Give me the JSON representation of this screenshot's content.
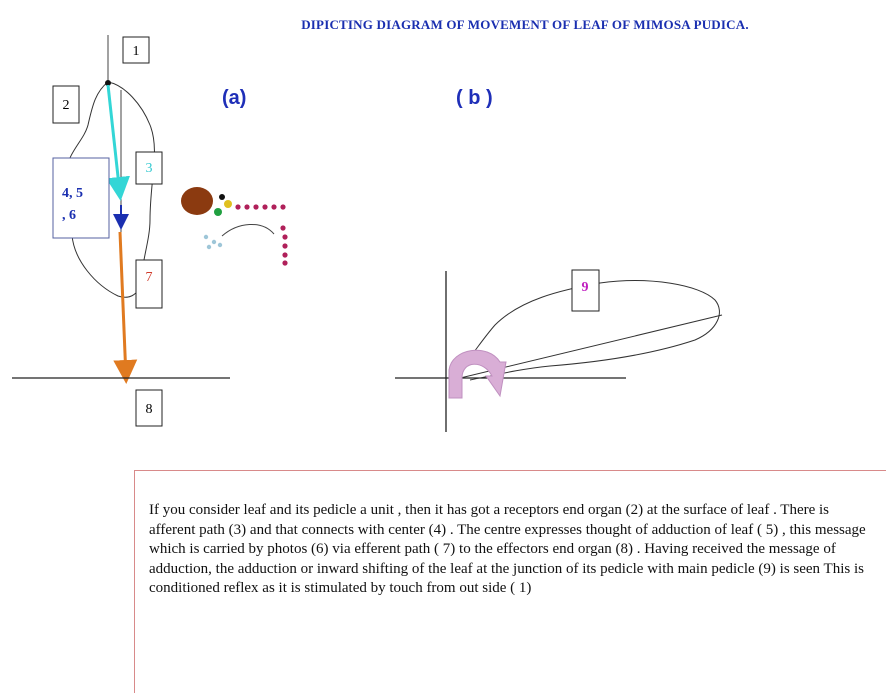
{
  "title": "DIPICTING DIAGRAM OF  MOVEMENT OF LEAF OF MIMOSA PUDICA.",
  "panels": {
    "a": "(a)",
    "b": "( b )"
  },
  "labels": {
    "l1": "1",
    "l2": "2",
    "l3": "3",
    "l456_line1": "4, 5",
    "l456_line2": ", 6",
    "l7": "7",
    "l8": "8",
    "l9": "9"
  },
  "description": "If you consider leaf and its pedicle a unit , then it has got a receptors end organ (2) at the surface of leaf . There is afferent path (3) and that connects with center (4) . The centre expresses thought of adduction of leaf ( 5) , this message which is carried by photos (6)  via efferent path ( 7) to the effectors end organ (8)  . Having received the message of adduction, the adduction or inward  shifting of the leaf at the junction of its pedicle with main pedicle (9) is seen  This is conditioned reflex as it is stimulated by touch from out side ( 1)",
  "colors": {
    "title": "#1a2fb0",
    "afferent": "#33d6d6",
    "efferent": "#e07a20",
    "center_arrow": "#1a2fb0",
    "label3": "#33c9d0",
    "label7": "#d03a2a",
    "label9": "#c020c0",
    "rotation_arrow": "#d9aed6",
    "dots": "#b0205a",
    "cell_body": "#8b3a10"
  }
}
